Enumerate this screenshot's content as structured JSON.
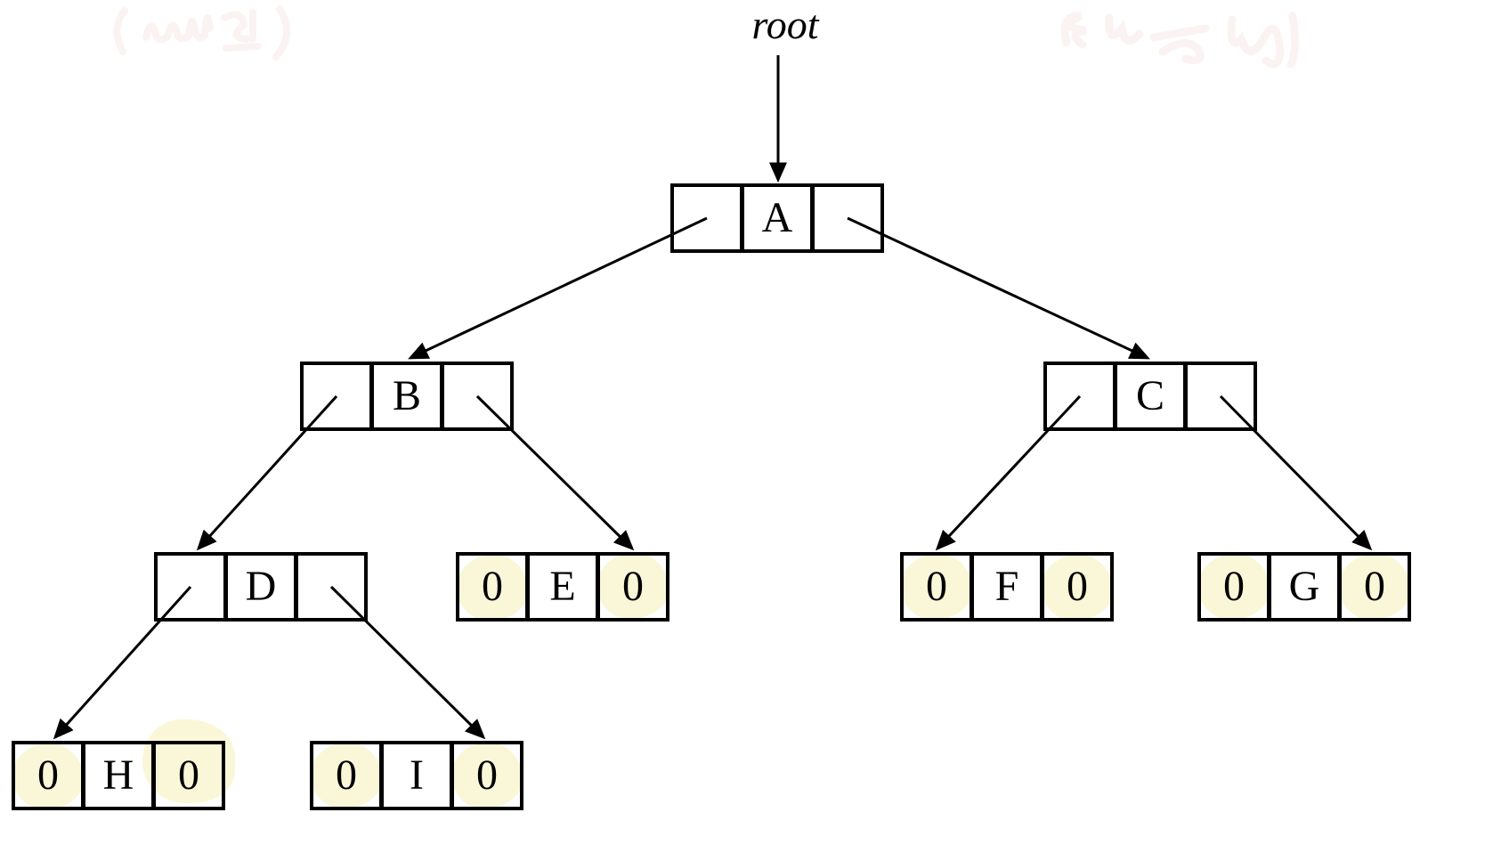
{
  "figure": {
    "type": "binary-tree-linked-representation-diagram",
    "root_pointer_label": "root",
    "colors": {
      "line": "#000000",
      "background": "#ffffff",
      "null_highlight": "#faf7d8"
    },
    "nodes": {
      "A": {
        "label": "A",
        "left_cell": "",
        "right_cell": "",
        "left_child": "B",
        "right_child": "C"
      },
      "B": {
        "label": "B",
        "left_cell": "",
        "right_cell": "",
        "left_child": "D",
        "right_child": "E"
      },
      "C": {
        "label": "C",
        "left_cell": "",
        "right_cell": "",
        "left_child": "F",
        "right_child": "G"
      },
      "D": {
        "label": "D",
        "left_cell": "",
        "right_cell": "",
        "left_child": "H",
        "right_child": "I"
      },
      "E": {
        "label": "E",
        "left_cell": "0",
        "right_cell": "0"
      },
      "F": {
        "label": "F",
        "left_cell": "0",
        "right_cell": "0"
      },
      "G": {
        "label": "G",
        "left_cell": "0",
        "right_cell": "0"
      },
      "H": {
        "label": "H",
        "left_cell": "0",
        "right_cell": "0"
      },
      "I": {
        "label": "I",
        "left_cell": "0",
        "right_cell": "0"
      }
    },
    "edges": [
      {
        "from": "root",
        "to": "A"
      },
      {
        "from": "A.left",
        "to": "B"
      },
      {
        "from": "A.right",
        "to": "C"
      },
      {
        "from": "B.left",
        "to": "D"
      },
      {
        "from": "B.right",
        "to": "E"
      },
      {
        "from": "C.left",
        "to": "F"
      },
      {
        "from": "C.right",
        "to": "G"
      },
      {
        "from": "D.left",
        "to": "H"
      },
      {
        "from": "D.right",
        "to": "I"
      }
    ],
    "faint_handwriting": {
      "top_left_transcription": "(null 값)",
      "top_right_transcription": "(illegible erased handwriting)"
    }
  }
}
